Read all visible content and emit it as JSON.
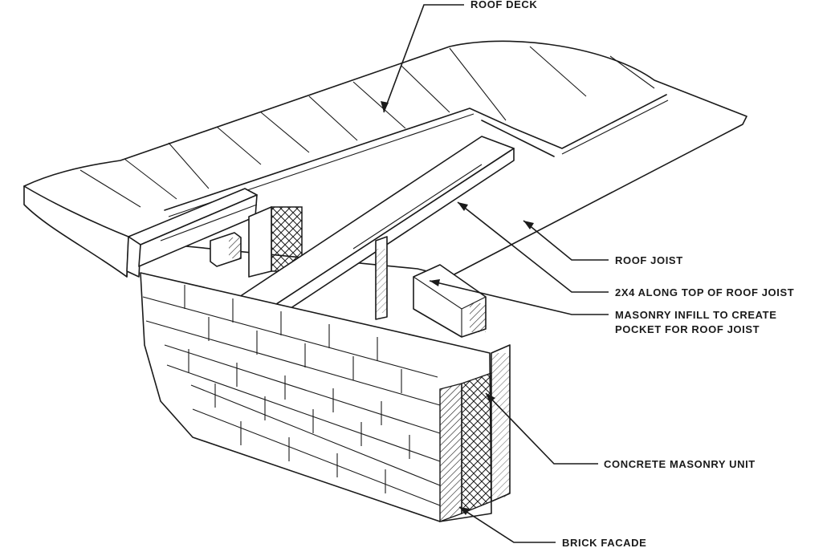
{
  "labels": {
    "roof_deck": "ROOF DECK",
    "roof_joist": "ROOF JOIST",
    "two_by_four": "2X4 ALONG TOP OF ROOF JOIST",
    "masonry_infill_line1": "MASONRY INFILL TO CREATE",
    "masonry_infill_line2": "POCKET FOR ROOF JOIST",
    "cmu": "CONCRETE MASONRY UNIT",
    "brick_facade": "BRICK FACADE"
  },
  "colors": {
    "line": "#1a1a1a",
    "background": "#ffffff"
  }
}
